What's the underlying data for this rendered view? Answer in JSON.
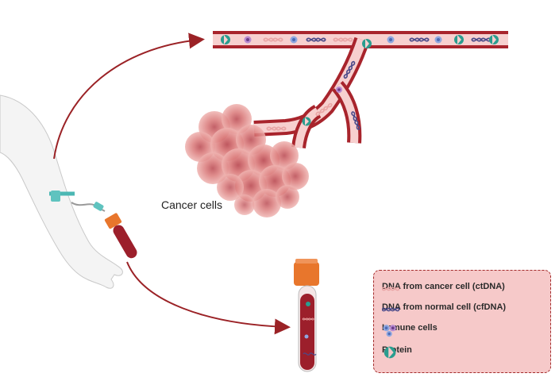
{
  "labels": {
    "cancer_cells": "Cancer cells"
  },
  "legend": {
    "items": [
      {
        "icon": "ctdna-strand-icon",
        "label": "DNA from cancer cell (ctDNA)"
      },
      {
        "icon": "cfdna-strand-icon",
        "label": "DNA from normal cell (cfDNA)"
      },
      {
        "icon": "immune-cells-icon",
        "label": "Immune cells"
      },
      {
        "icon": "protein-icon",
        "label": "Protein"
      }
    ]
  },
  "colors": {
    "vessel": "#a8242c",
    "vessel_inner": "#f7d0cf",
    "arrow": "#9b2226",
    "ctdna": "#e9a5a5",
    "cfdna": "#4a4a8a",
    "immune": "#8fa7e0",
    "protein": "#2a9d8f",
    "legend_bg": "#f6c9c9",
    "tube_cap": "#e8762c",
    "blood": "#9c1f2b"
  }
}
